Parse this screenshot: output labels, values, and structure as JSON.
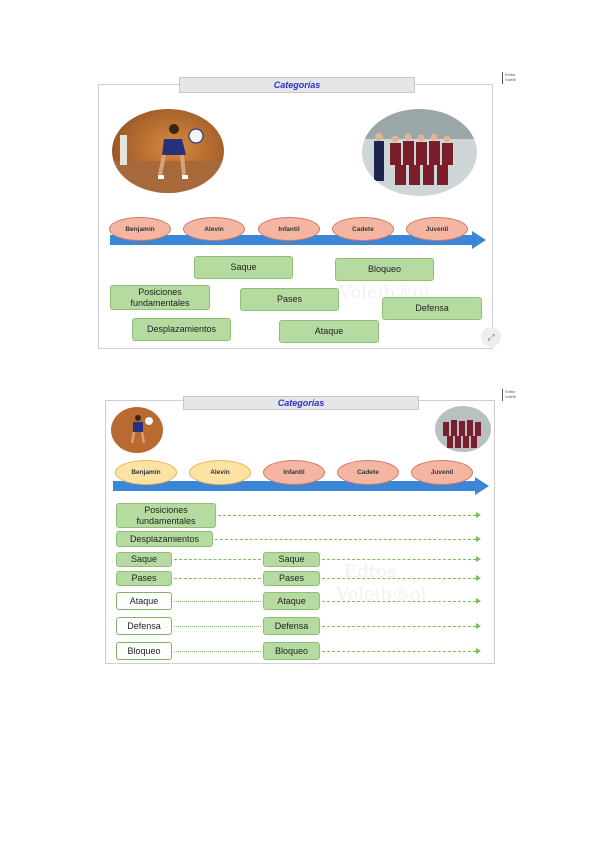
{
  "title": "Categorías",
  "categories": [
    "Benjamín",
    "Alevín",
    "Infantil",
    "Cadete",
    "Juvenil"
  ],
  "side_note": [
    "Editor",
    "Voleib"
  ],
  "watermark": [
    "Edtos",
    "Voleib®ol"
  ],
  "slide1": {
    "skills": {
      "saque": "Saque",
      "bloqueo": "Bloqueo",
      "posiciones": "Posiciones fundamentales",
      "pases": "Pases",
      "defensa": "Defensa",
      "desplazamientos": "Desplazamientos",
      "ataque": "Ataque"
    },
    "fullscreen_icon": "compress-icon"
  },
  "slide2": {
    "rows": {
      "posiciones": "Posiciones fundamentales",
      "desplazamientos": "Desplazamientos",
      "saque": "Saque",
      "pases": "Pases",
      "ataque": "Ataque",
      "defensa": "Defensa",
      "bloqueo": "Bloqueo"
    },
    "highlighted_categories": [
      "Benjamín",
      "Alevín"
    ]
  }
}
